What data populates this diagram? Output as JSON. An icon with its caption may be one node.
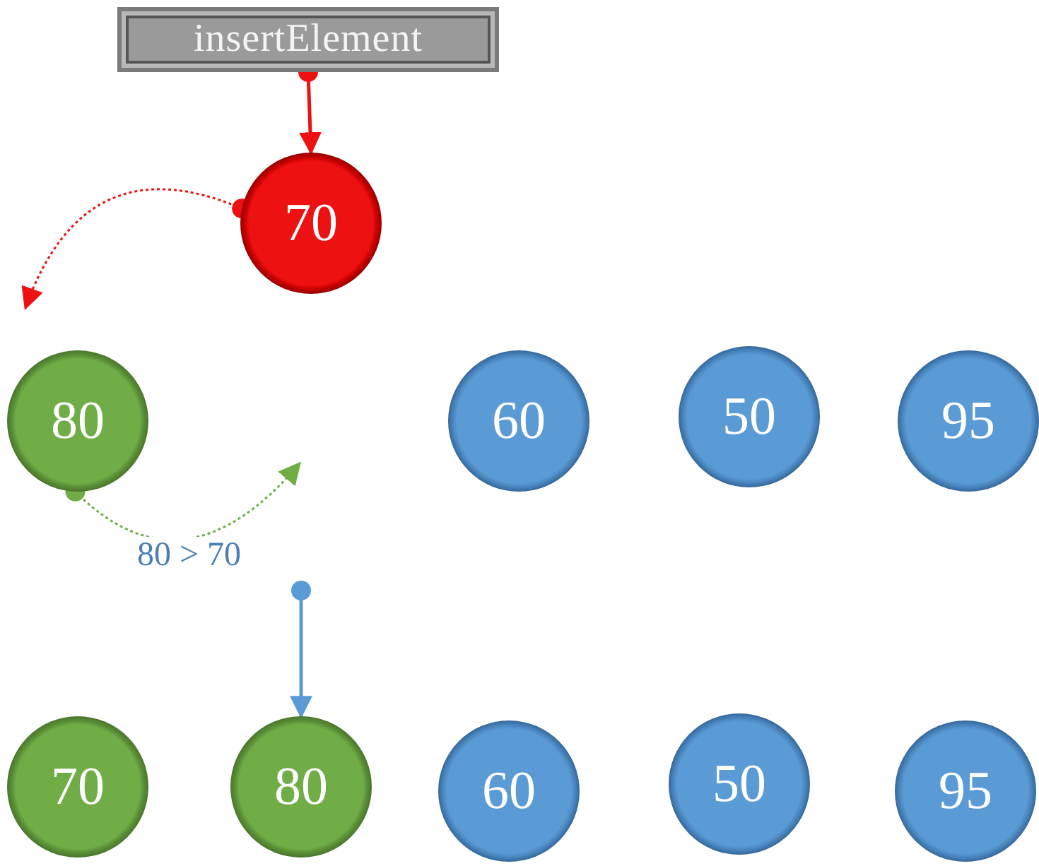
{
  "diagram": {
    "nodes": [
      {
        "text": [
          "insertElement"
        ]
      },
      {
        "text": [
          "70"
        ]
      },
      {
        "text": [
          "80"
        ]
      },
      {
        "text": [
          "60"
        ]
      },
      {
        "text": [
          "50"
        ]
      },
      {
        "text": [
          "95"
        ]
      },
      {
        "text": [
          "70"
        ]
      },
      {
        "text": [
          "80"
        ]
      },
      {
        "text": [
          "60"
        ]
      },
      {
        "text": [
          "50"
        ]
      },
      {
        "text": [
          "95"
        ]
      }
    ],
    "edges": [
      {
        "from": 0,
        "to": 1,
        "arrow": "to",
        "color": "#ee1111"
      },
      {
        "from": 1,
        "to": null,
        "arrow": "to",
        "style": "dashed",
        "color": "#ee1111"
      },
      {
        "from": 2,
        "to": null,
        "arrow": "to",
        "style": "dashed",
        "color": "#70ad47",
        "label": "80 > 70"
      },
      {
        "from": null,
        "to": 7,
        "arrow": "to",
        "color": "#5b9bd5"
      }
    ]
  }
}
